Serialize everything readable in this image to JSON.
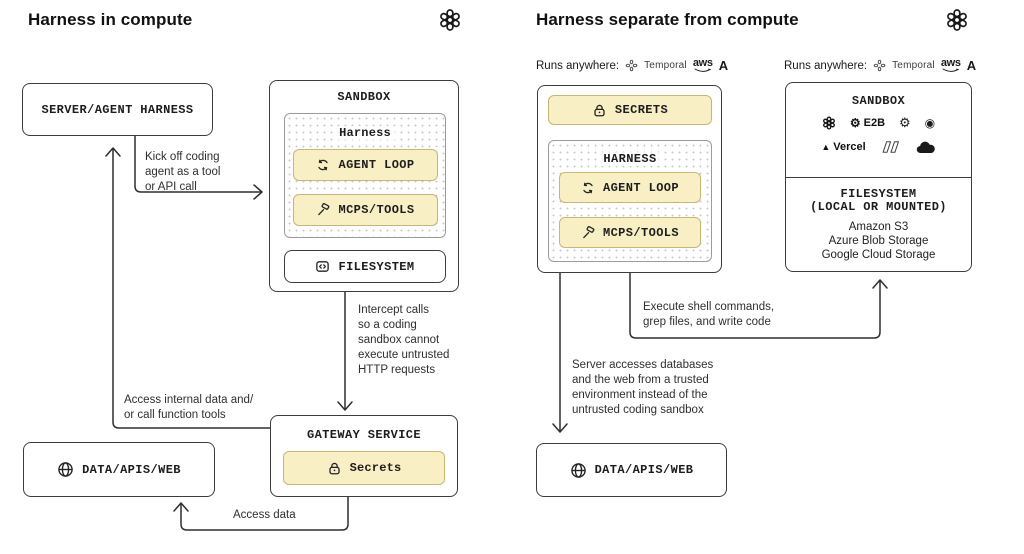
{
  "colors": {
    "accent_fill": "#f8efc4",
    "accent_border": "#c8b678",
    "line": "#2e2e2e",
    "dot_pattern": "#c9c9c9"
  },
  "left": {
    "title": "Harness in compute",
    "boxes": {
      "server_harness": "SERVER/AGENT HARNESS",
      "sandbox_label": "SANDBOX",
      "harness_label": "Harness",
      "agent_loop": "AGENT LOOP",
      "mcps_tools": "MCPS/TOOLS",
      "filesystem": "FILESYSTEM",
      "gateway_service": "GATEWAY SERVICE",
      "secrets": "Secrets",
      "data_apis_web": "DATA/APIS/WEB"
    },
    "annotations": {
      "kick_off": "Kick off coding\nagent as a tool\nor API call",
      "intercept": "Intercept calls\nso a coding\nsandbox cannot\nexecute untrusted\nHTTP requests",
      "access_internal": "Access internal data and/\nor call function tools",
      "access_data": "Access data"
    }
  },
  "right": {
    "title": "Harness separate from compute",
    "runs_anywhere_label": "Runs anywhere:",
    "temporal_label": "Temporal",
    "aws_label": "aws",
    "a_label": "A",
    "boxes": {
      "secrets": "SECRETS",
      "harness_label": "HARNESS",
      "agent_loop": "AGENT LOOP",
      "mcps_tools": "MCPS/TOOLS",
      "sandbox_label": "SANDBOX",
      "e2b_label": "E2B",
      "vercel_label": "Vercel",
      "filesystem_title": "FILESYSTEM",
      "filesystem_subtitle": "(LOCAL OR MOUNTED)",
      "storage_providers": [
        "Amazon S3",
        "Azure Blob Storage",
        "Google Cloud Storage"
      ],
      "data_apis_web": "DATA/APIS/WEB"
    },
    "annotations": {
      "execute_shell": "Execute shell commands,\ngrep files, and write code",
      "server_accesses": "Server accesses databases\nand the web from a trusted\nenvironment instead of the\nuntrusted coding sandbox"
    }
  }
}
